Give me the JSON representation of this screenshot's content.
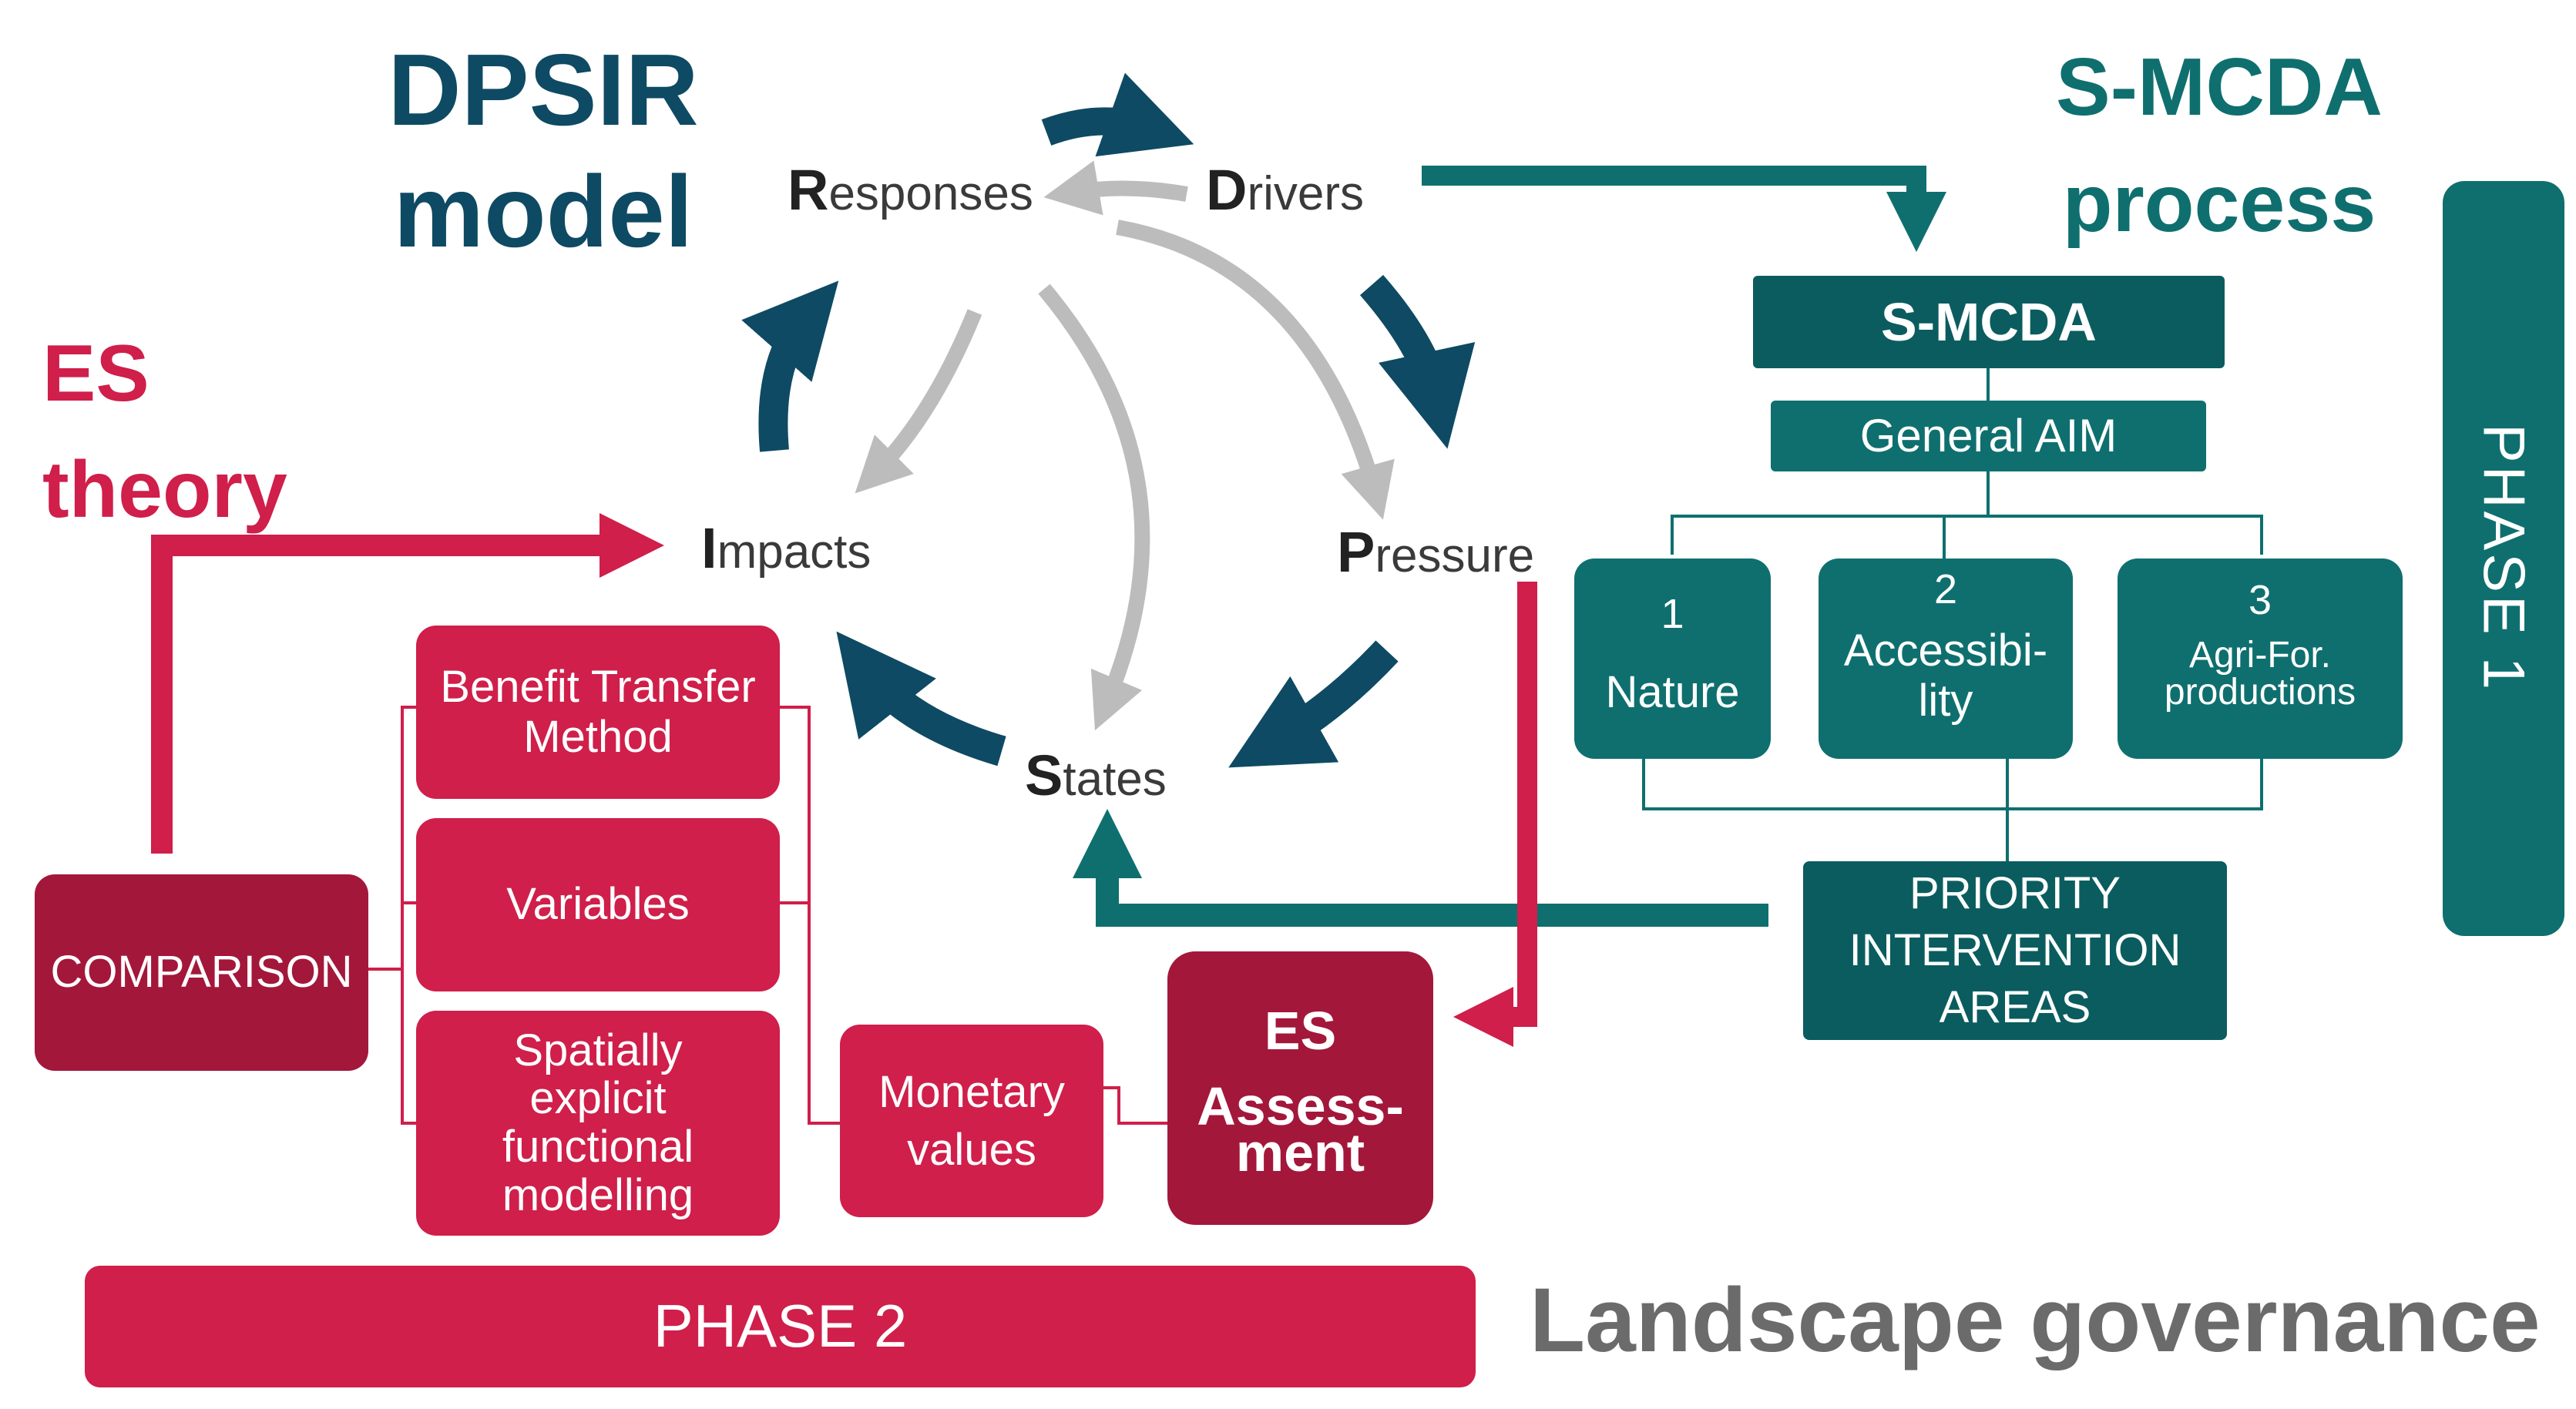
{
  "titles": {
    "dpsir": "DPSIR\nmodel",
    "smcda": "S-MCDA\nprocess",
    "es": "ES\ntheory",
    "governance": "Landscape governance"
  },
  "cycle": {
    "responses": {
      "initial": "R",
      "rest": "esponses"
    },
    "drivers": {
      "initial": "D",
      "rest": "rivers"
    },
    "pressure": {
      "initial": "P",
      "rest": "ressure"
    },
    "states": {
      "initial": "S",
      "rest": "tates"
    },
    "impacts": {
      "initial": "I",
      "rest": "mpacts"
    }
  },
  "smcda": {
    "head": "S-MCDA",
    "aim": "General AIM",
    "criteria": [
      {
        "num": "1",
        "label": "Nature"
      },
      {
        "num": "2",
        "label": "Accessibi-\nlity"
      },
      {
        "num": "3",
        "label": "Agri-For.\nproductions"
      }
    ],
    "priority": "PRIORITY\nINTERVENTION\nAREAS",
    "phase": "PHASE 1"
  },
  "es": {
    "comparison": "COMPARISON",
    "methods": [
      "Benefit Transfer\nMethod",
      "Variables",
      "Spatially\nexplicit\nfunctional\nmodelling"
    ],
    "monetary": "Monetary\nvalues",
    "assessment_top": "ES",
    "assessment_bottom": "Assess-\nment",
    "phase": "PHASE 2"
  },
  "colors": {
    "navy": "#0e4a63",
    "teal": "#0f6f6f",
    "teal_dark": "#0b5c5f",
    "crimson": "#cf1f4a",
    "crimson_dark": "#a3173b",
    "grey_arrow": "#bcbcbc",
    "grey_text": "#6b6b6b"
  }
}
